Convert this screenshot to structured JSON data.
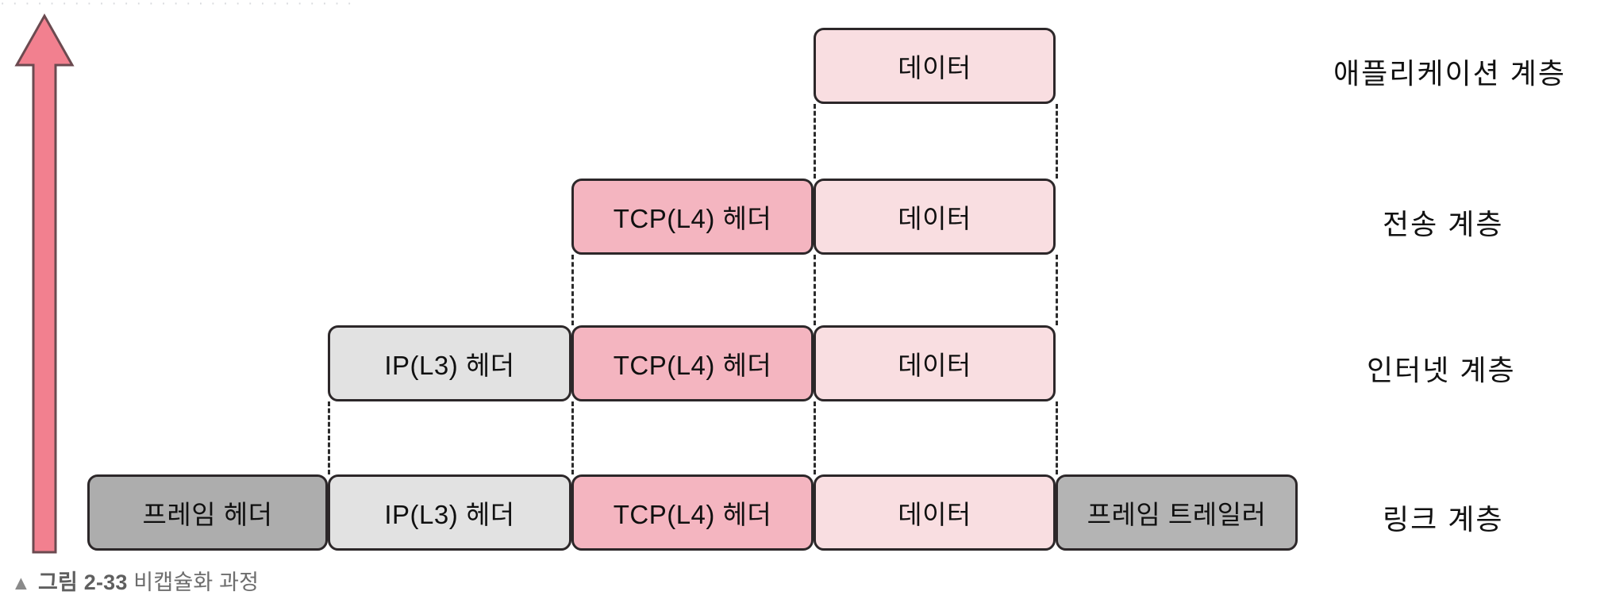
{
  "figure": {
    "caption_marker": "▲",
    "caption_number": "그림 2-33",
    "caption_title": "비캡슐화 과정",
    "top_cropped_text": "· · · · · · · · · · · · · · · · · · · · · · · · · · · · ·"
  },
  "arrow": {
    "name": "decapsulation-direction-arrow",
    "direction": "up",
    "color": "#f2808f"
  },
  "colors": {
    "data_fill": "#f9dee1",
    "tcp_header_fill": "#f4b5c0",
    "ip_header_fill": "#e2e2e2",
    "frame_header_fill": "#adadad",
    "frame_trailer_fill": "#b4b4b4",
    "outline": "#2c2729",
    "connector": "#2b2b2b"
  },
  "labels": {
    "data": "데이터",
    "tcp_header": "TCP(L4) 헤더",
    "ip_header": "IP(L3) 헤더",
    "frame_header": "프레임 헤더",
    "frame_trailer": "프레임 트레일러"
  },
  "layers": [
    {
      "id": "application",
      "label": "애플리케이션 계층"
    },
    {
      "id": "transport",
      "label": "전송 계층"
    },
    {
      "id": "internet",
      "label": "인터넷 계층"
    },
    {
      "id": "link",
      "label": "링크 계층"
    }
  ],
  "rows": [
    {
      "layer": "애플리케이션 계층",
      "segments": [
        {
          "key": "data",
          "label": "데이터",
          "kind": "data"
        }
      ]
    },
    {
      "layer": "전송 계층",
      "segments": [
        {
          "key": "tcp",
          "label": "TCP(L4) 헤더",
          "kind": "tcp"
        },
        {
          "key": "data",
          "label": "데이터",
          "kind": "data"
        }
      ]
    },
    {
      "layer": "인터넷 계층",
      "segments": [
        {
          "key": "ip",
          "label": "IP(L3) 헤더",
          "kind": "ip"
        },
        {
          "key": "tcp",
          "label": "TCP(L4) 헤더",
          "kind": "tcp"
        },
        {
          "key": "data",
          "label": "데이터",
          "kind": "data"
        }
      ]
    },
    {
      "layer": "링크 계층",
      "segments": [
        {
          "key": "frame_header",
          "label": "프레임 헤더",
          "kind": "frame-head"
        },
        {
          "key": "ip",
          "label": "IP(L3) 헤더",
          "kind": "ip"
        },
        {
          "key": "tcp",
          "label": "TCP(L4) 헤더",
          "kind": "tcp"
        },
        {
          "key": "data",
          "label": "데이터",
          "kind": "data"
        },
        {
          "key": "frame_trailer",
          "label": "프레임 트레일러",
          "kind": "frame-tail"
        }
      ]
    }
  ]
}
